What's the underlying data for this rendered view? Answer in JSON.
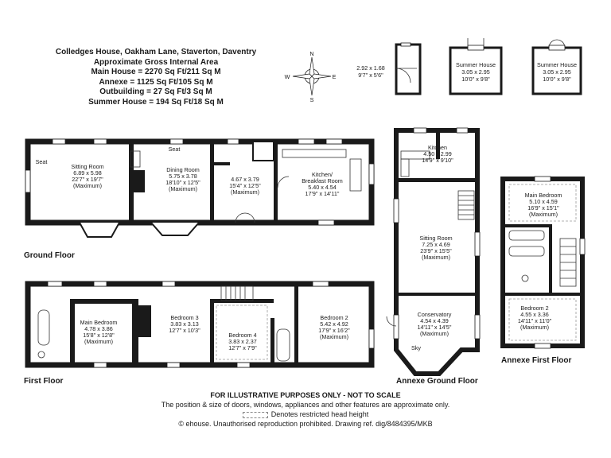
{
  "header": {
    "title": "Colledges House, Oakham Lane, Staverton, Daventry",
    "subtitle": "Approximate Gross Internal Area",
    "areas": [
      "Main House = 2270 Sq Ft/211 Sq M",
      "Annexe = 1125 Sq Ft/105 Sq M",
      "Outbuilding = 27 Sq Ft/3 Sq M",
      "Summer House = 194 Sq Ft/18 Sq M"
    ]
  },
  "compass": {
    "n": "N",
    "s": "S",
    "e": "E",
    "w": "W"
  },
  "outbuilding": {
    "dims": "2.92 x 1.68",
    "imperial": "9'7\" x 5'6\""
  },
  "summer_houses": [
    {
      "name": "Summer House",
      "dims": "3.05 x 2.95",
      "imperial": "10'0\" x 9'8\""
    },
    {
      "name": "Summer House",
      "dims": "3.05 x 2.95",
      "imperial": "10'0\" x 9'8\""
    }
  ],
  "floor_labels": {
    "ground": "Ground Floor",
    "first": "First Floor",
    "annexe_ground": "Annexe Ground Floor",
    "annexe_first": "Annexe First Floor"
  },
  "ground_rooms": {
    "seat1": "Seat",
    "sitting": {
      "name": "Sitting Room",
      "dims": "6.89 x 5.98",
      "imperial": "22'7\" x 19'7\"",
      "note": "(Maximum)"
    },
    "seat2": "Seat",
    "dining": {
      "name": "Dining Room",
      "dims": "5.75 x 3.78",
      "imperial": "18'10\" x 12'5\"",
      "note": "(Maximum)"
    },
    "hall": {
      "dims": "4.67 x 3.79",
      "imperial": "15'4\" x 12'5\"",
      "note": "(Maximum)"
    },
    "kitchen": {
      "name": "Kitchen/",
      "name2": "Breakfast Room",
      "dims": "5.40 x 4.54",
      "imperial": "17'9\" x 14'11\""
    }
  },
  "first_rooms": {
    "main_bed": {
      "name": "Main Bedroom",
      "dims": "4.78 x 3.86",
      "imperial": "15'8\" x 12'8\"",
      "note": "(Maximum)"
    },
    "bed3": {
      "name": "Bedroom 3",
      "dims": "3.83 x 3.13",
      "imperial": "12'7\" x 10'3\""
    },
    "bed4": {
      "name": "Bedroom 4",
      "dims": "3.83 x 2.37",
      "imperial": "12'7\" x 7'9\""
    },
    "bed2": {
      "name": "Bedroom 2",
      "dims": "5.42 x 4.92",
      "imperial": "17'9\" x 16'2\"",
      "note": "(Maximum)"
    }
  },
  "annexe_ground_rooms": {
    "kitchen": {
      "name": "Kitchen",
      "dims": "4.50 x 2.99",
      "imperial": "14'9\" x 9'10\""
    },
    "sitting": {
      "name": "Sitting Room",
      "dims": "7.25 x 4.69",
      "imperial": "23'9\" x 15'5\"",
      "note": "(Maximum)"
    },
    "conservatory": {
      "name": "Conservatory",
      "dims": "4.54 x 4.39",
      "imperial": "14'11\" x 14'5\"",
      "note": "(Maximum)"
    },
    "sky": "Sky"
  },
  "annexe_first_rooms": {
    "main_bed": {
      "name": "Main Bedroom",
      "dims": "5.10 x 4.59",
      "imperial": "16'9\" x 15'1\"",
      "note": "(Maximum)"
    },
    "bed2": {
      "name": "Bedroom 2",
      "dims": "4.55 x 3.36",
      "imperial": "14'11\" x 11'0\"",
      "note": "(Maximum)"
    }
  },
  "footer": {
    "line1": "FOR ILLUSTRATIVE PURPOSES ONLY - NOT TO SCALE",
    "line2": "The position & size of doors, windows, appliances and other features are approximate only.",
    "line3": "Denotes restricted head height",
    "line4": "© ehouse. Unauthorised reproduction prohibited. Drawing ref. dig/8484395/MKB"
  }
}
